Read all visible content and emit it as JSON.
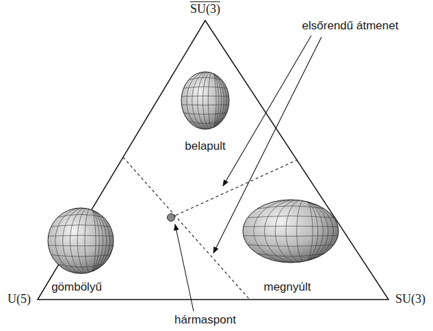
{
  "diagram": {
    "labels": [
      "SU(3)",
      "elsőrendű átmenet",
      "belapult",
      "gömbölyű",
      "megnyúlt",
      "U(5)",
      "SU(3)",
      "hármaspont"
    ]
  }
}
